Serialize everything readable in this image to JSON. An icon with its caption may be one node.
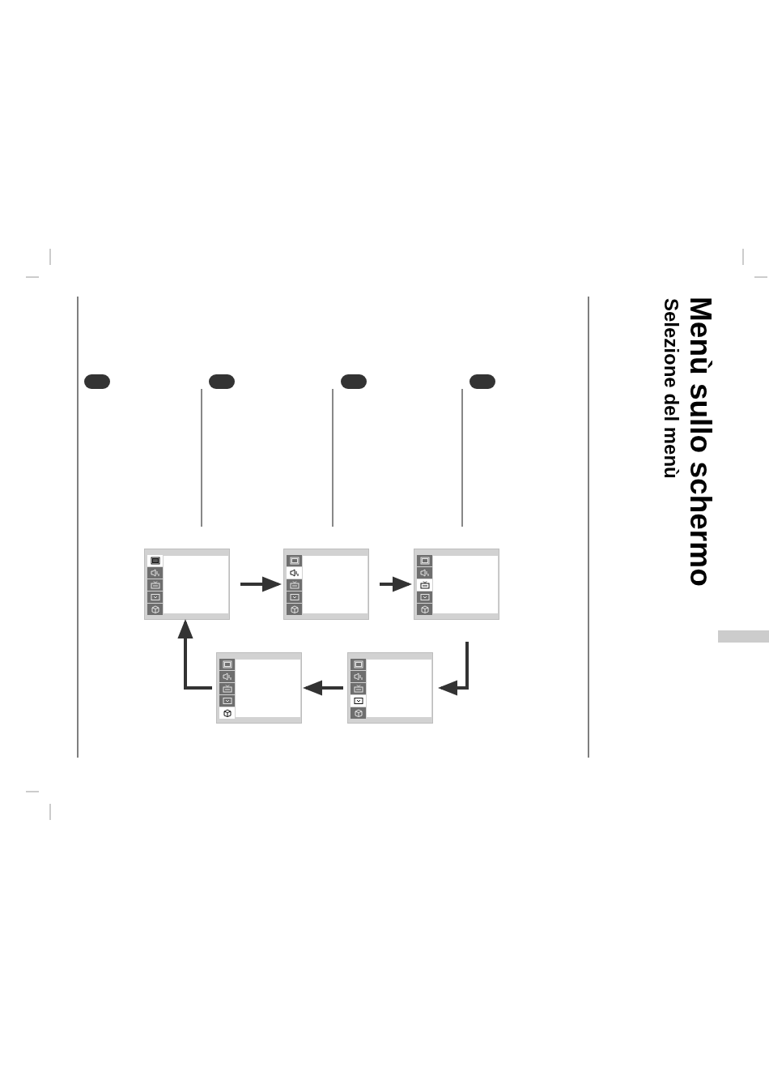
{
  "diagram": {
    "title": "Menù sullo schermo",
    "nodes": [
      {
        "text": [],
        "shape": "box"
      },
      {
        "text": [],
        "shape": "box"
      },
      {
        "text": [],
        "shape": "box"
      },
      {
        "text": [],
        "shape": "box"
      },
      {
        "text": [],
        "shape": "box"
      }
    ],
    "edges": [
      {
        "from": 0,
        "to": 1,
        "arrow": "to"
      },
      {
        "from": 1,
        "to": 2,
        "arrow": "to"
      },
      {
        "from": 2,
        "to": 3,
        "arrow": "to"
      },
      {
        "from": 3,
        "to": 4,
        "arrow": "to"
      },
      {
        "from": 4,
        "to": 0,
        "arrow": "to"
      }
    ],
    "labels": [
      "Selezione del menù"
    ]
  }
}
